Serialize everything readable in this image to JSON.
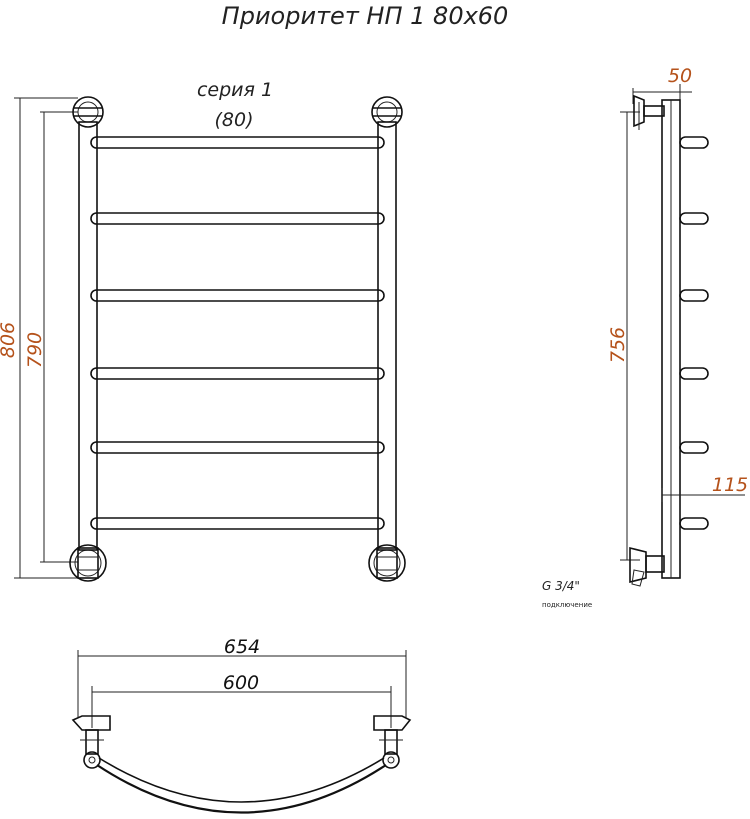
{
  "title": "Приоритет НП 1 80х60",
  "series": {
    "line1": "серия 1",
    "line2": "(80)"
  },
  "dimensions": {
    "overall_height": "806",
    "center_height": "790",
    "side_height": "756",
    "wall_offset": "50",
    "bar_projection": "115",
    "overall_width": "654",
    "center_width": "600"
  },
  "connection": {
    "thread": "G 3/4\"",
    "note": "подключение"
  },
  "colors": {
    "dimension_accent": "#b5521b",
    "line": "#111111"
  }
}
